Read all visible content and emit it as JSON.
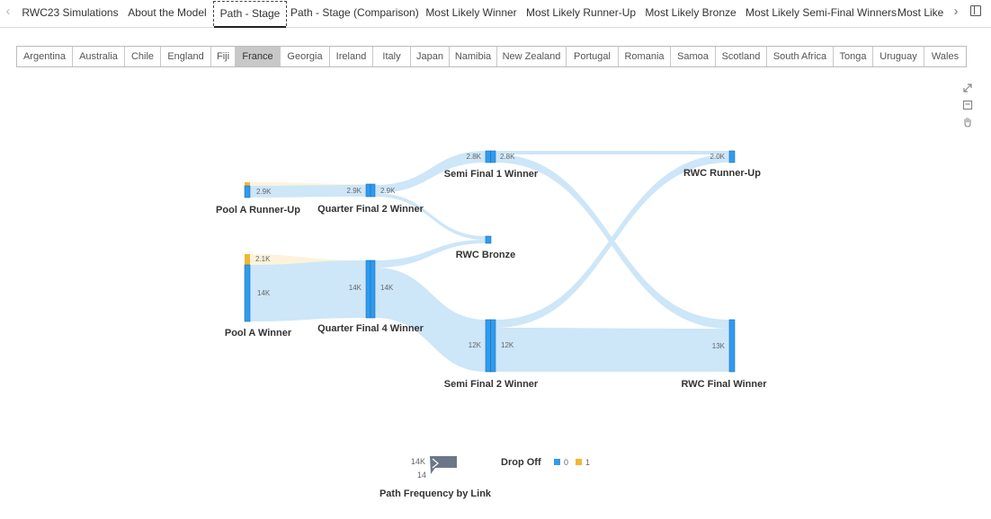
{
  "tabs": [
    {
      "label": "RWC23 Simulations",
      "active": false
    },
    {
      "label": "About the Model",
      "active": false
    },
    {
      "label": "Path - Stage",
      "active": true
    },
    {
      "label": "Path - Stage (Comparison)",
      "active": false
    },
    {
      "label": "Most Likely Winner",
      "active": false
    },
    {
      "label": "Most Likely Runner-Up",
      "active": false
    },
    {
      "label": "Most Likely Bronze",
      "active": false
    },
    {
      "label": "Most Likely Semi-Final Winners",
      "active": false
    },
    {
      "label": "Most Like",
      "active": false
    }
  ],
  "slicer": {
    "selected": "France",
    "options": [
      "Argentina",
      "Australia",
      "Chile",
      "England",
      "Fiji",
      "France",
      "Georgia",
      "Ireland",
      "Italy",
      "Japan",
      "Namibia",
      "New Zealand",
      "Portugal",
      "Romania",
      "Samoa",
      "Scotland",
      "South Africa",
      "Tonga",
      "Uruguay",
      "Wales"
    ]
  },
  "sankey": {
    "colors": {
      "node": "#2f9bee",
      "node_outline": "#1f6fb5",
      "dropoff": "#f2b733",
      "link": "#cde6f8",
      "link_dropoff": "#fdf3dc"
    },
    "nodes": {
      "pool_a_runner_up": {
        "label": "Pool A Runner-Up",
        "value_out": "2.9K",
        "dropoff": "0.0K"
      },
      "pool_a_winner": {
        "label": "Pool A Winner",
        "value_out": "14K",
        "dropoff": "2.1K"
      },
      "qf2_winner": {
        "label": "Quarter Final 2 Winner",
        "value_in": "2.9K",
        "value_out": "2.9K"
      },
      "qf4_winner": {
        "label": "Quarter Final 4 Winner",
        "value_in": "14K",
        "value_out": "14K"
      },
      "sf1_winner": {
        "label": "Semi Final 1 Winner",
        "value_in": "2.8K",
        "value_out": "2.8K"
      },
      "sf2_winner": {
        "label": "Semi Final 2 Winner",
        "value_in": "12K",
        "value_out": "12K"
      },
      "rwc_bronze": {
        "label": "RWC Bronze"
      },
      "rwc_runner_up": {
        "label": "RWC Runner-Up",
        "value_in": "2.0K"
      },
      "rwc_final_winner": {
        "label": "RWC Final Winner",
        "value_in": "13K"
      }
    },
    "links": [
      {
        "from": "pool_a_runner_up",
        "to": "qf2_winner"
      },
      {
        "from": "pool_a_winner",
        "to": "qf4_winner"
      },
      {
        "from": "qf2_winner",
        "to": "sf1_winner"
      },
      {
        "from": "qf2_winner",
        "to": "rwc_bronze"
      },
      {
        "from": "qf4_winner",
        "to": "rwc_bronze"
      },
      {
        "from": "qf4_winner",
        "to": "sf2_winner"
      },
      {
        "from": "sf1_winner",
        "to": "rwc_runner_up"
      },
      {
        "from": "sf1_winner",
        "to": "rwc_final_winner"
      },
      {
        "from": "sf2_winner",
        "to": "rwc_runner_up"
      },
      {
        "from": "sf2_winner",
        "to": "rwc_final_winner"
      }
    ]
  },
  "legend": {
    "width_title": "Path Frequency by Link",
    "width_max": "14K",
    "width_min": "14",
    "dropoff_title": "Drop Off",
    "dropoff_items": [
      {
        "label": "0",
        "color": "#2f9bee"
      },
      {
        "label": "1",
        "color": "#f2b733"
      }
    ]
  },
  "toolbar": {
    "icons": [
      "expand-icon",
      "focus-mode-icon",
      "pan-hand-icon"
    ]
  }
}
